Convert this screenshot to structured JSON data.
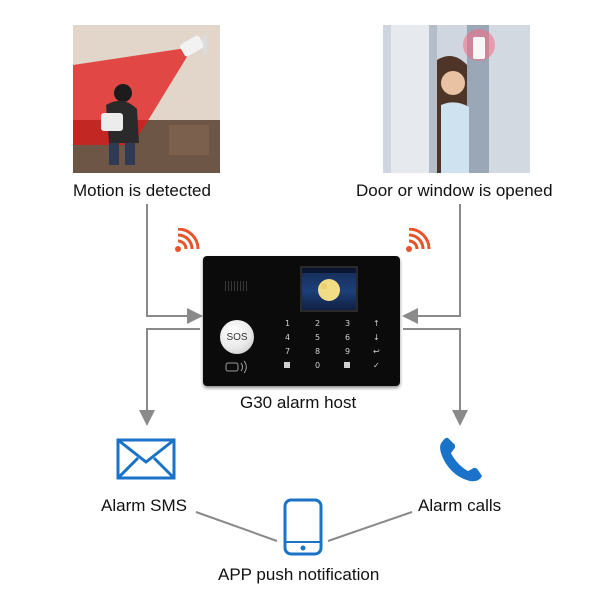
{
  "labels": {
    "motion": "Motion is detected",
    "door": "Door or window is opened",
    "host": "G30 alarm host",
    "sms": "Alarm SMS",
    "calls": "Alarm calls",
    "app": "APP push notification"
  },
  "host_device": {
    "sos_label": "SOS"
  },
  "colors": {
    "connector": "#8a8a8a",
    "icon_blue": "#1a73c8",
    "wifi_orange": "#e8542a",
    "host_body": "#0b0b0c",
    "laser_red": "#e01818"
  },
  "icons": [
    "wifi-signal-icon",
    "envelope-icon",
    "phone-icon",
    "smartphone-icon"
  ]
}
